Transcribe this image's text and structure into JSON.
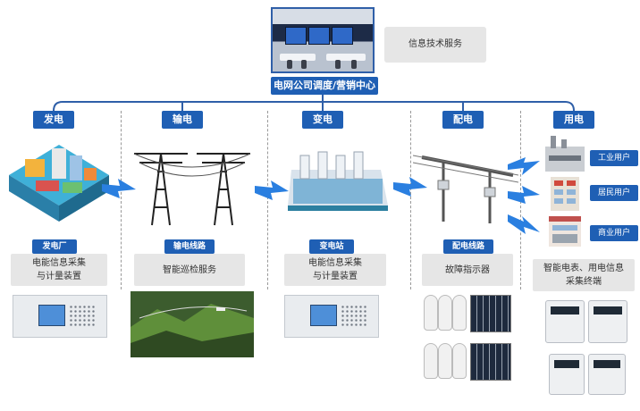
{
  "header": {
    "center_label": "电网公司调度/营销中心",
    "info_service": "信息技术服务"
  },
  "branches": [
    {
      "label": "发电"
    },
    {
      "label": "输电"
    },
    {
      "label": "变电"
    },
    {
      "label": "配电"
    },
    {
      "label": "用电"
    }
  ],
  "sections": {
    "generation": {
      "tag": "发电厂",
      "desc": "电能信息采集\n与计量装置"
    },
    "transmission": {
      "tag": "输电线路",
      "desc": "智能巡检服务"
    },
    "substation": {
      "tag": "变电站",
      "desc": "电能信息采集\n与计量装置"
    },
    "distribution": {
      "tag": "配电线路",
      "desc": "故障指示器"
    },
    "consumption": {
      "desc": "智能电表、用电信息\n采集终端"
    }
  },
  "users": [
    "工业用户",
    "居民用户",
    "商业用户"
  ],
  "colors": {
    "accent": "#1f5fb4",
    "grey": "#e6e6e6",
    "line": "#2f5fa8",
    "bolt": "#2a7fe0"
  }
}
